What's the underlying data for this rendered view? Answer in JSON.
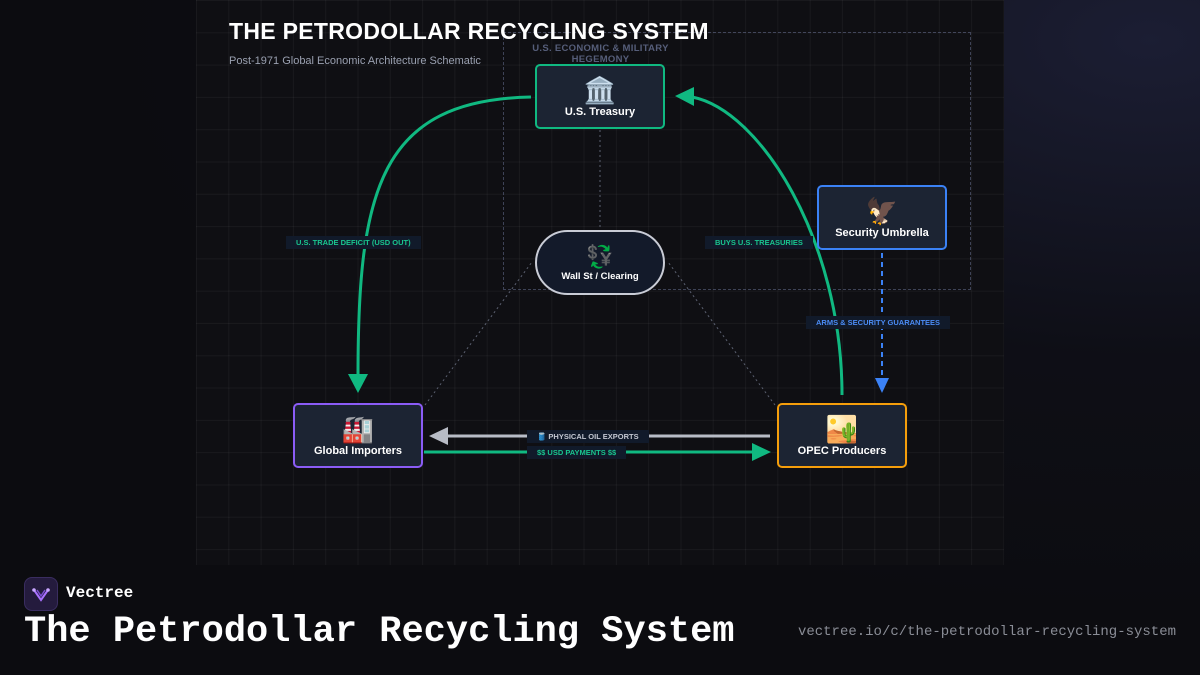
{
  "diagram": {
    "title": "THE PETRODOLLAR RECYCLING SYSTEM",
    "subtitle": "Post-1971 Global Economic Architecture Schematic",
    "group_label": "U.S. ECONOMIC & MILITARY HEGEMONY",
    "nodes": {
      "treasury": {
        "label": "U.S. Treasury",
        "glyph": "🏛️",
        "border_color": "#10b981"
      },
      "security": {
        "label": "Security Umbrella",
        "glyph": "🦅",
        "border_color": "#3b82f6"
      },
      "wallst": {
        "label": "Wall St / Clearing",
        "glyph": "💱",
        "border_color": "#c9ccd6"
      },
      "importers": {
        "label": "Global Importers",
        "glyph": "🏭",
        "border_color": "#8b5cf6"
      },
      "opec": {
        "label": "OPEC Producers",
        "glyph": "🏜️",
        "border_color": "#f59e0b"
      }
    },
    "edges": {
      "trade_deficit": "U.S. TRADE DEFICIT (USD OUT)",
      "buys_treasuries": "BUYS U.S. TREASURIES",
      "arms_guarantees": "ARMS & SECURITY GUARANTEES",
      "oil_exports": "🛢️ PHYSICAL OIL EXPORTS",
      "usd_payments": "$$ USD PAYMENTS $$"
    },
    "colors": {
      "green_flow": "#10b981",
      "blue_flow": "#3b82f6",
      "oil_flow": "#b8bcc6"
    }
  },
  "footer": {
    "brand": "Vectree",
    "title": "The Petrodollar Recycling System",
    "url": "vectree.io/c/the-petrodollar-recycling-system"
  }
}
